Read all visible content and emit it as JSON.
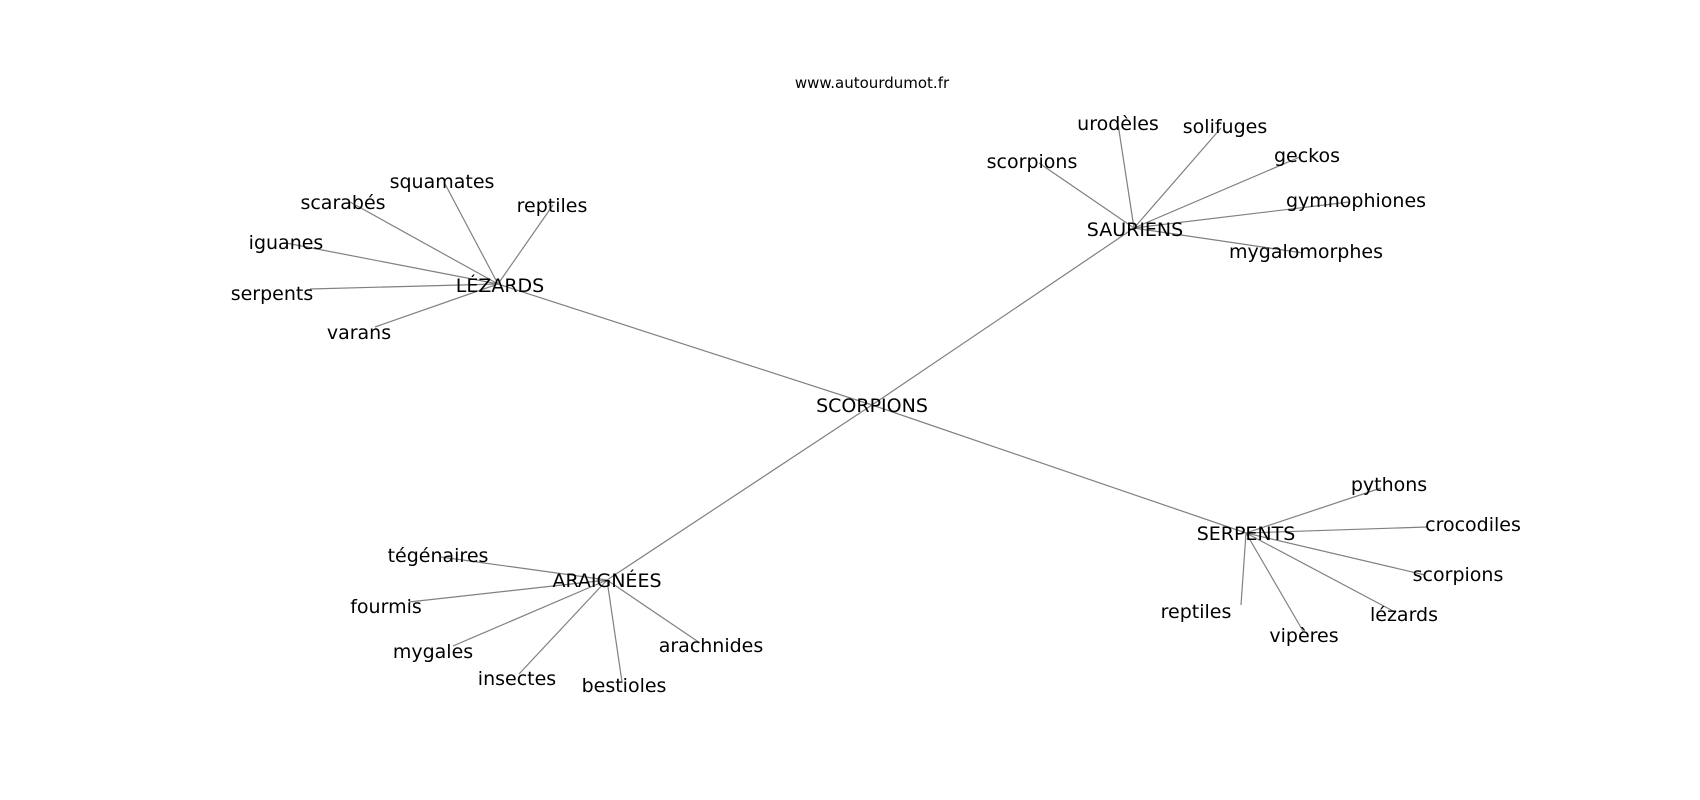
{
  "credit": "www.autourdumot.fr",
  "center": {
    "label": "SCORPIONS"
  },
  "hubs": [
    {
      "id": "lezards",
      "label": "LÉZARDS",
      "leaves": [
        "squamates",
        "scarabés",
        "reptiles",
        "iguanes",
        "serpents",
        "varans"
      ]
    },
    {
      "id": "sauriens",
      "label": "SAURIENS",
      "leaves": [
        "urodèles",
        "solifuges",
        "geckos",
        "scorpions",
        "gymnophiones",
        "mygalomorphes"
      ]
    },
    {
      "id": "araignees",
      "label": "ARAIGNÉES",
      "leaves": [
        "tégénaires",
        "fourmis",
        "mygales",
        "insectes",
        "bestioles",
        "arachnides"
      ]
    },
    {
      "id": "serpents",
      "label": "SERPENTS",
      "leaves": [
        "pythons",
        "crocodiles",
        "scorpions",
        "lézards",
        "vipères",
        "reptiles"
      ]
    }
  ]
}
